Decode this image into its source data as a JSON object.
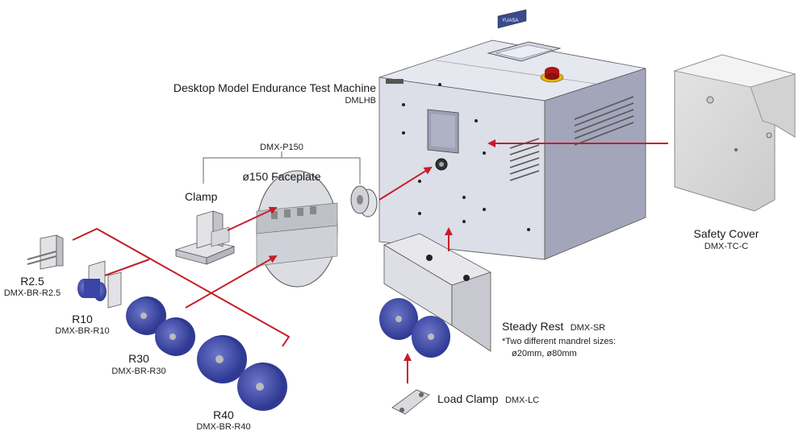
{
  "machine": {
    "title": "Desktop Model Endurance Test Machine",
    "model": "DMLHB",
    "badge": "YUASA"
  },
  "faceplate_group": {
    "model": "DMX-P150",
    "faceplate": "ø150 Faceplate",
    "clamp": "Clamp"
  },
  "mandrels": [
    {
      "size": "R2.5",
      "model": "DMX-BR-R2.5"
    },
    {
      "size": "R10",
      "model": "DMX-BR-R10"
    },
    {
      "size": "R30",
      "model": "DMX-BR-R30"
    },
    {
      "size": "R40",
      "model": "DMX-BR-R40"
    }
  ],
  "steady_rest": {
    "name": "Steady Rest",
    "model": "DMX-SR",
    "note1": "*Two different mandrel sizes:",
    "note2": "ø20mm, ø80mm"
  },
  "load_clamp": {
    "name": "Load Clamp",
    "model": "DMX-LC"
  },
  "safety_cover": {
    "name": "Safety Cover",
    "model": "DMX-TC-C"
  },
  "colors": {
    "arrow": "#c41e2a",
    "body": "#d9dbe6",
    "shade": "#9fa1b7",
    "roller": "#3d4aa6"
  }
}
